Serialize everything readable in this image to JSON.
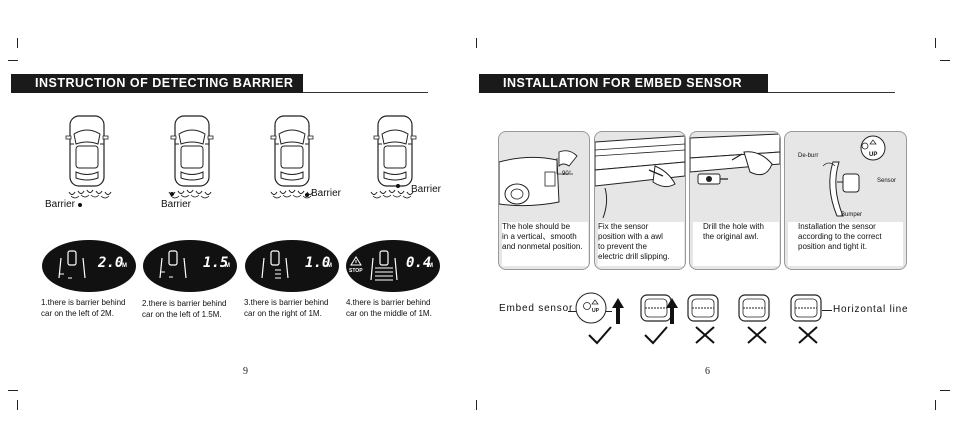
{
  "left_page": {
    "title": "INSTRUCTION OF DETECTING BARRIER",
    "page_number": "9",
    "barrier_label": "Barrier",
    "items": [
      {
        "reading": "2.0",
        "unit": "M",
        "caption_line1": "1.there is barrier behind",
        "caption_line2": "car on the left of 2M."
      },
      {
        "reading": "1.5",
        "unit": "M",
        "caption_line1": "2.there is barrier behind",
        "caption_line2": "car on the left of 1.5M."
      },
      {
        "reading": "1.0",
        "unit": "M",
        "caption_line1": "3.there is barrier behind",
        "caption_line2": "car on the right of 1M."
      },
      {
        "reading": "0.4",
        "unit": "M",
        "stop_label": "STOP",
        "caption_line1": "4.there is barrier behind",
        "caption_line2": "car on the middle of 1M."
      }
    ]
  },
  "right_page": {
    "title": "INSTALLATION FOR EMBED SENSOR",
    "page_number": "6",
    "panels": [
      {
        "lines": [
          "The hole should be",
          "in a vertical、smooth",
          "and nonmetal position."
        ],
        "angle_label": "90°"
      },
      {
        "lines": [
          "Fix the sensor",
          "position with a awl",
          "to prevent the",
          "electric drill slipping."
        ]
      },
      {
        "lines": [
          "Drill the hole with",
          "the original awl."
        ]
      },
      {
        "lines": [
          "Installation the sensor",
          "according to the correct",
          "position and tight it."
        ],
        "deburr_label": "De-burr",
        "sensor_label": "Sensor",
        "bumper_label": "Bumper",
        "up_label": "UP"
      }
    ],
    "embed_label": "Embed sensor",
    "horizontal_label": "Horizontal line",
    "up_label": "UP",
    "colors": {
      "banner": "#1a1a1a",
      "panel": "#e6e6e6",
      "display": "#111111"
    }
  }
}
